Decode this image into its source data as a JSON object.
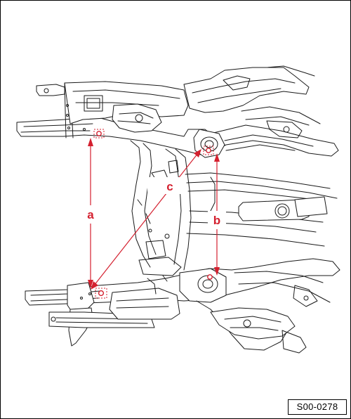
{
  "diagram": {
    "labels": {
      "a": "a",
      "b": "b",
      "c": "c"
    },
    "figure_code": "S00-0278",
    "colors": {
      "measure": "#d4202f",
      "line": "#1a1a1a",
      "background": "#ffffff"
    }
  }
}
